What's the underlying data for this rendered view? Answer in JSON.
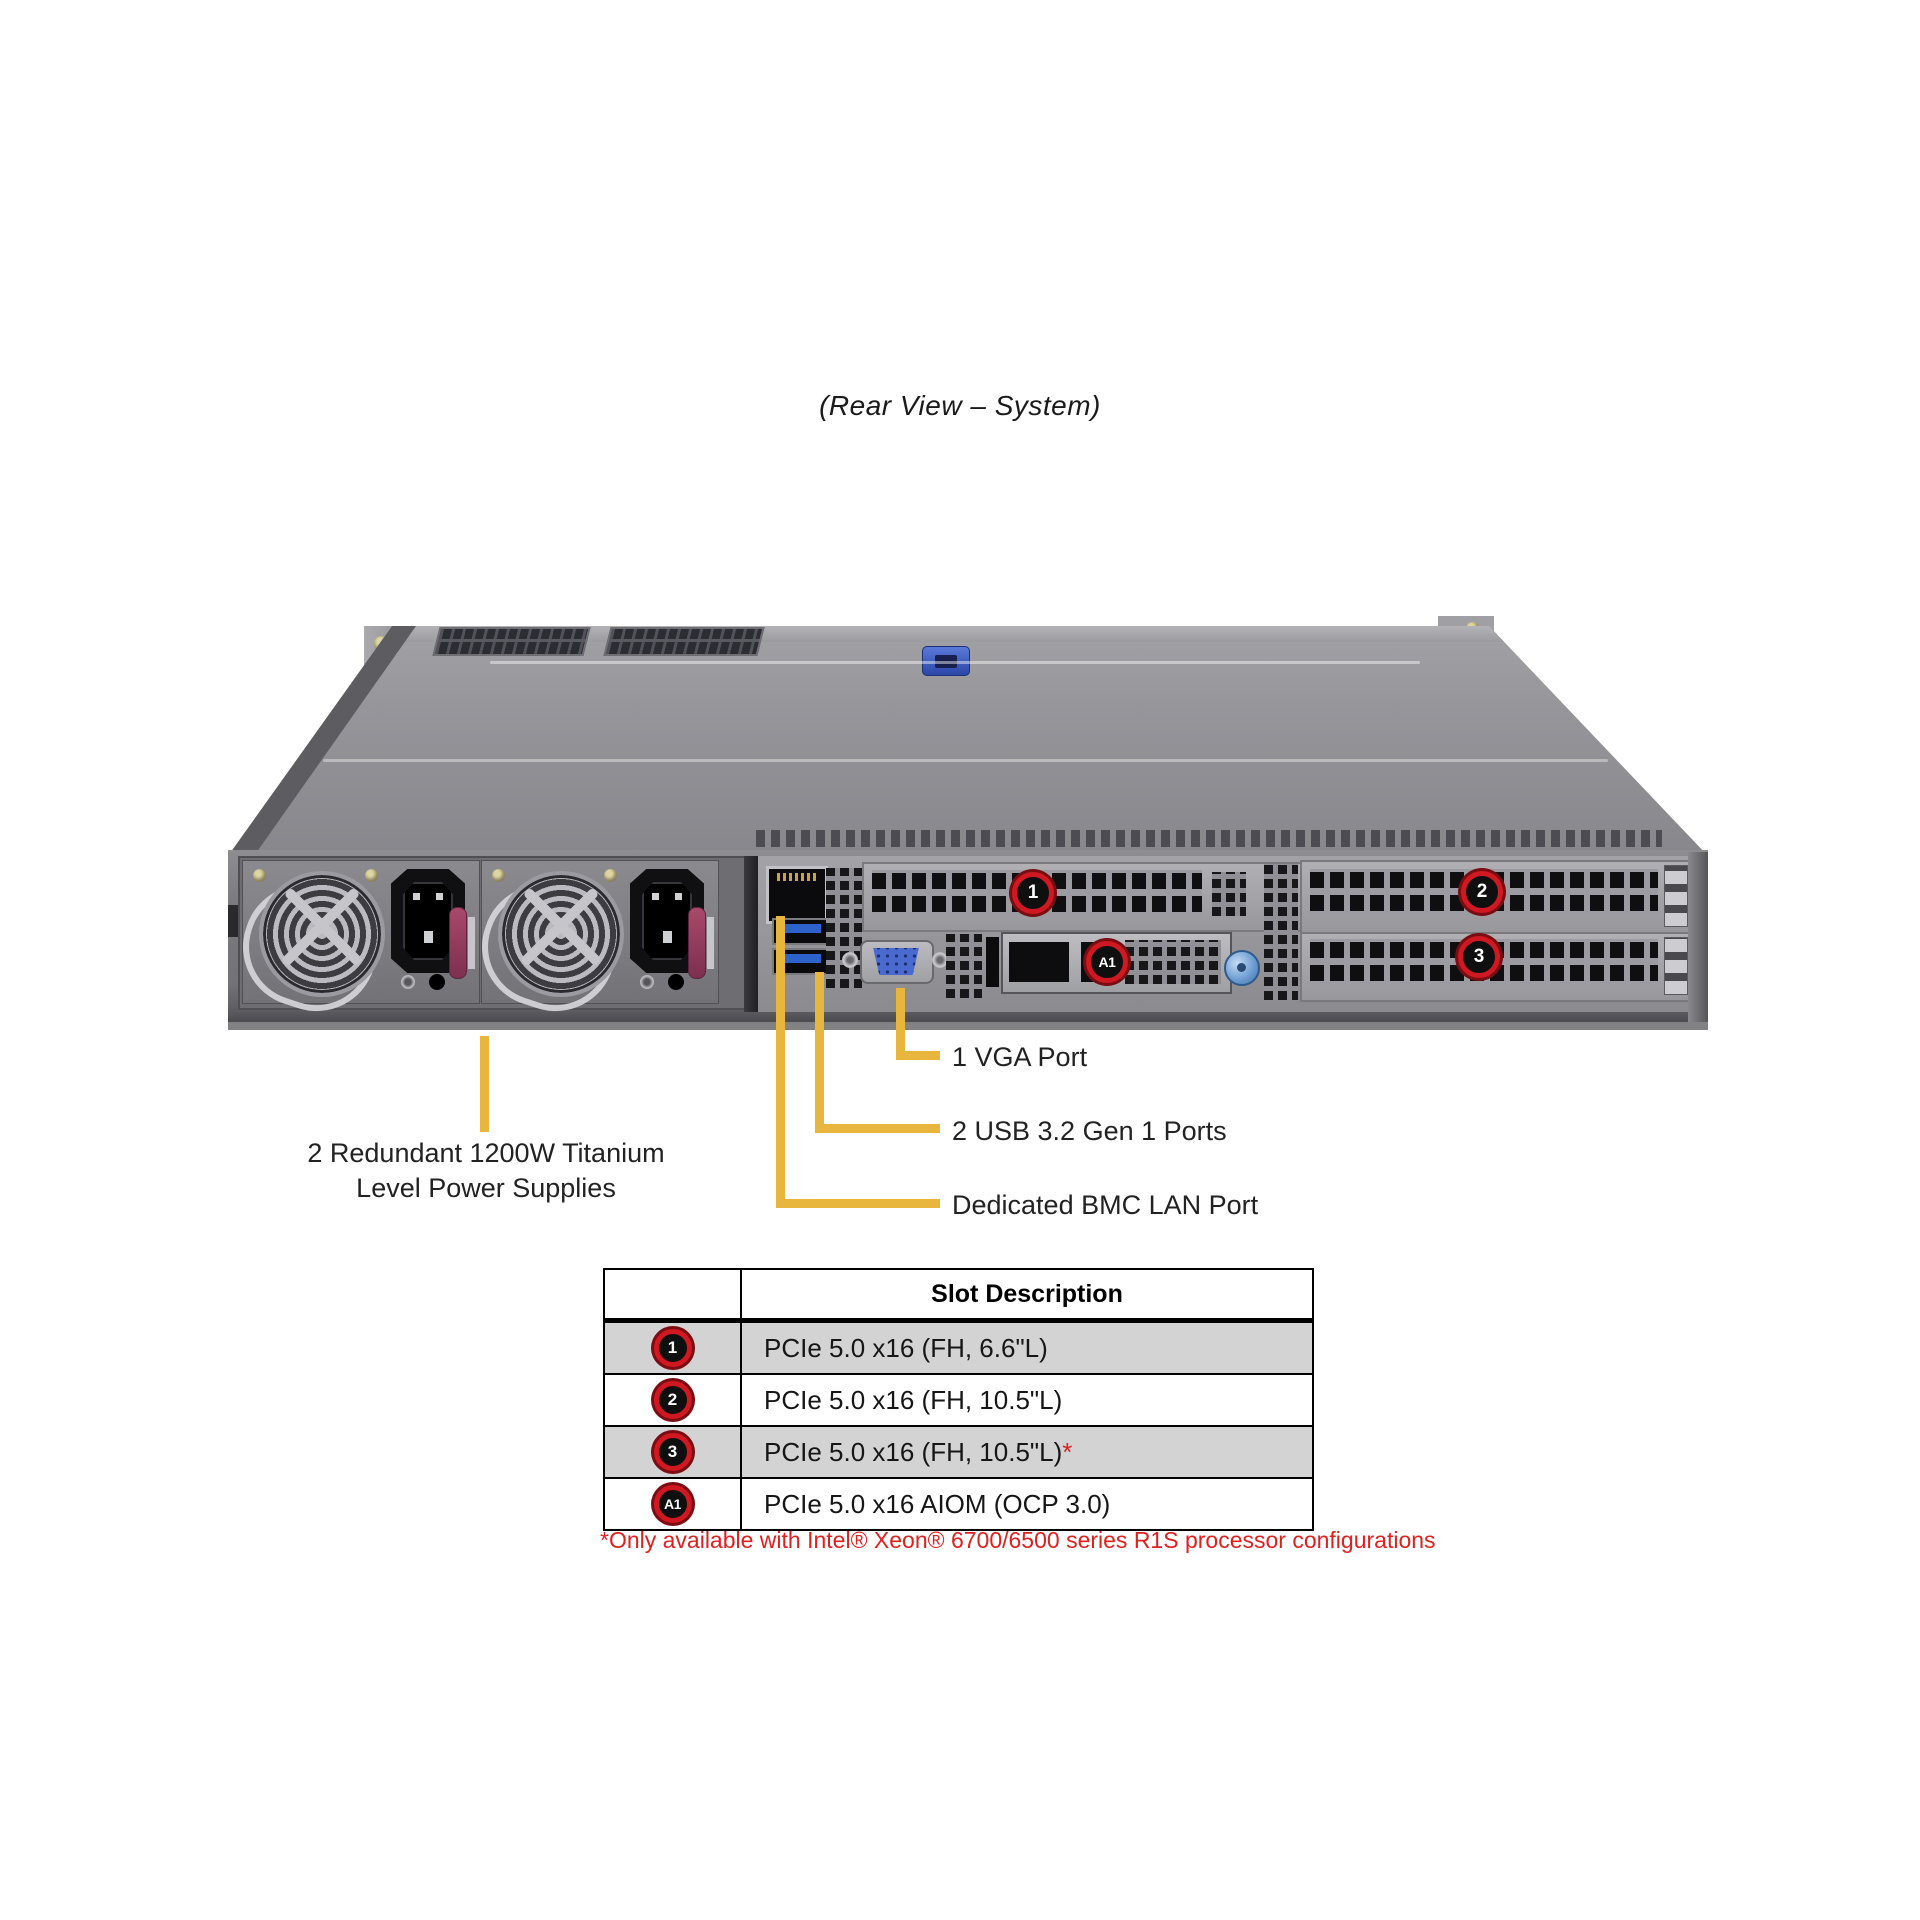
{
  "title": "(Rear View – System)",
  "colors": {
    "callout_line": "#E9B63D",
    "badge_ring": "#d01822",
    "footnote_red": "#e01f1f",
    "usb_blue": "#2f63cc",
    "vga_blue": "#4a6ad0",
    "thumbscrew_blue": "#6f9fd2"
  },
  "server": {
    "badges": {
      "slot1": "1",
      "slot2": "2",
      "slot3": "3",
      "aiom": "A1"
    }
  },
  "callouts": {
    "vga": "1 VGA Port",
    "usb": "2 USB 3.2 Gen 1 Ports",
    "bmc": "Dedicated BMC LAN Port",
    "psu_line1": "2 Redundant 1200W Titanium",
    "psu_line2": "Level Power Supplies"
  },
  "table": {
    "header": "Slot Description",
    "rows": [
      {
        "badge": "1",
        "desc": "PCIe 5.0 x16 (FH, 6.6\"L)",
        "note": ""
      },
      {
        "badge": "2",
        "desc": "PCIe 5.0 x16 (FH, 10.5\"L)",
        "note": ""
      },
      {
        "badge": "3",
        "desc": "PCIe 5.0 x16 (FH, 10.5\"L)",
        "note": "*"
      },
      {
        "badge": "A1",
        "desc": "PCIe 5.0 x16 AIOM (OCP 3.0)",
        "note": ""
      }
    ],
    "footnote": "*Only available with Intel® Xeon® 6700/6500 series R1S processor configurations"
  }
}
